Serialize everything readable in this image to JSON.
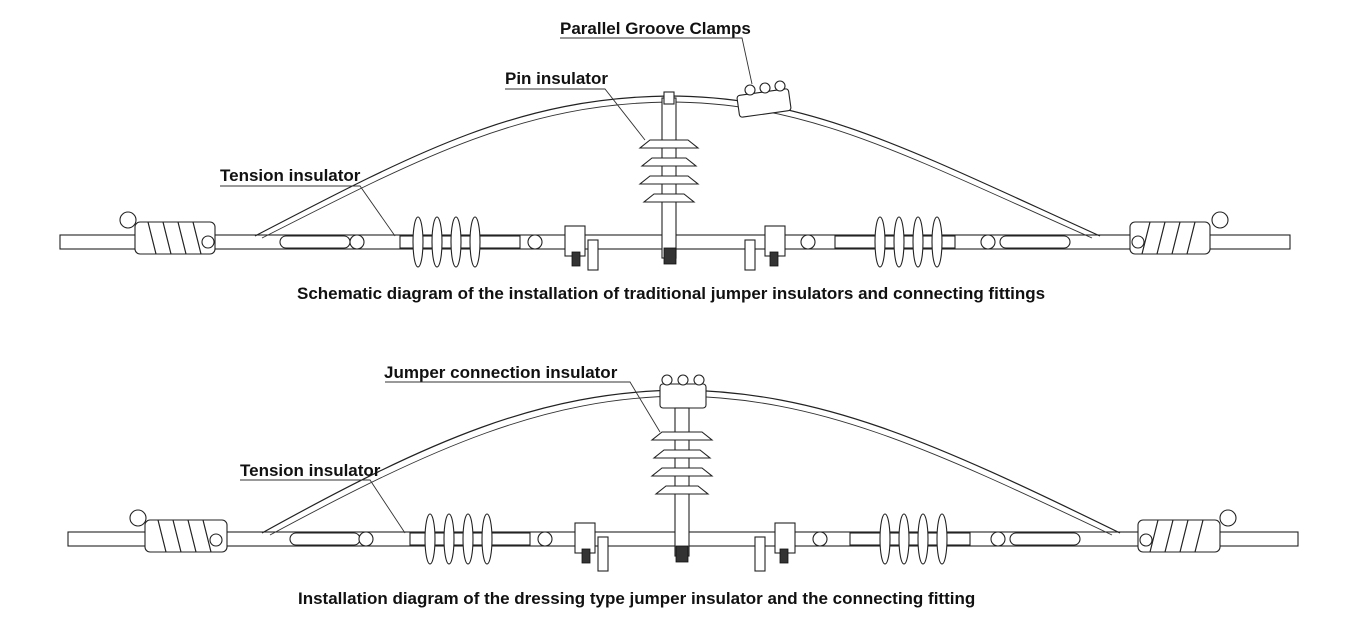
{
  "diagrams": [
    {
      "labels": {
        "clamp": "Parallel Groove Clamps",
        "pin": "Pin insulator",
        "tension": "Tension insulator"
      },
      "caption": "Schematic diagram of the installation of traditional jumper insulators and connecting fittings"
    },
    {
      "labels": {
        "jumper": "Jumper connection insulator",
        "tension": "Tension insulator"
      },
      "caption": "Installation diagram of the dressing type jumper insulator and the connecting fitting"
    }
  ]
}
